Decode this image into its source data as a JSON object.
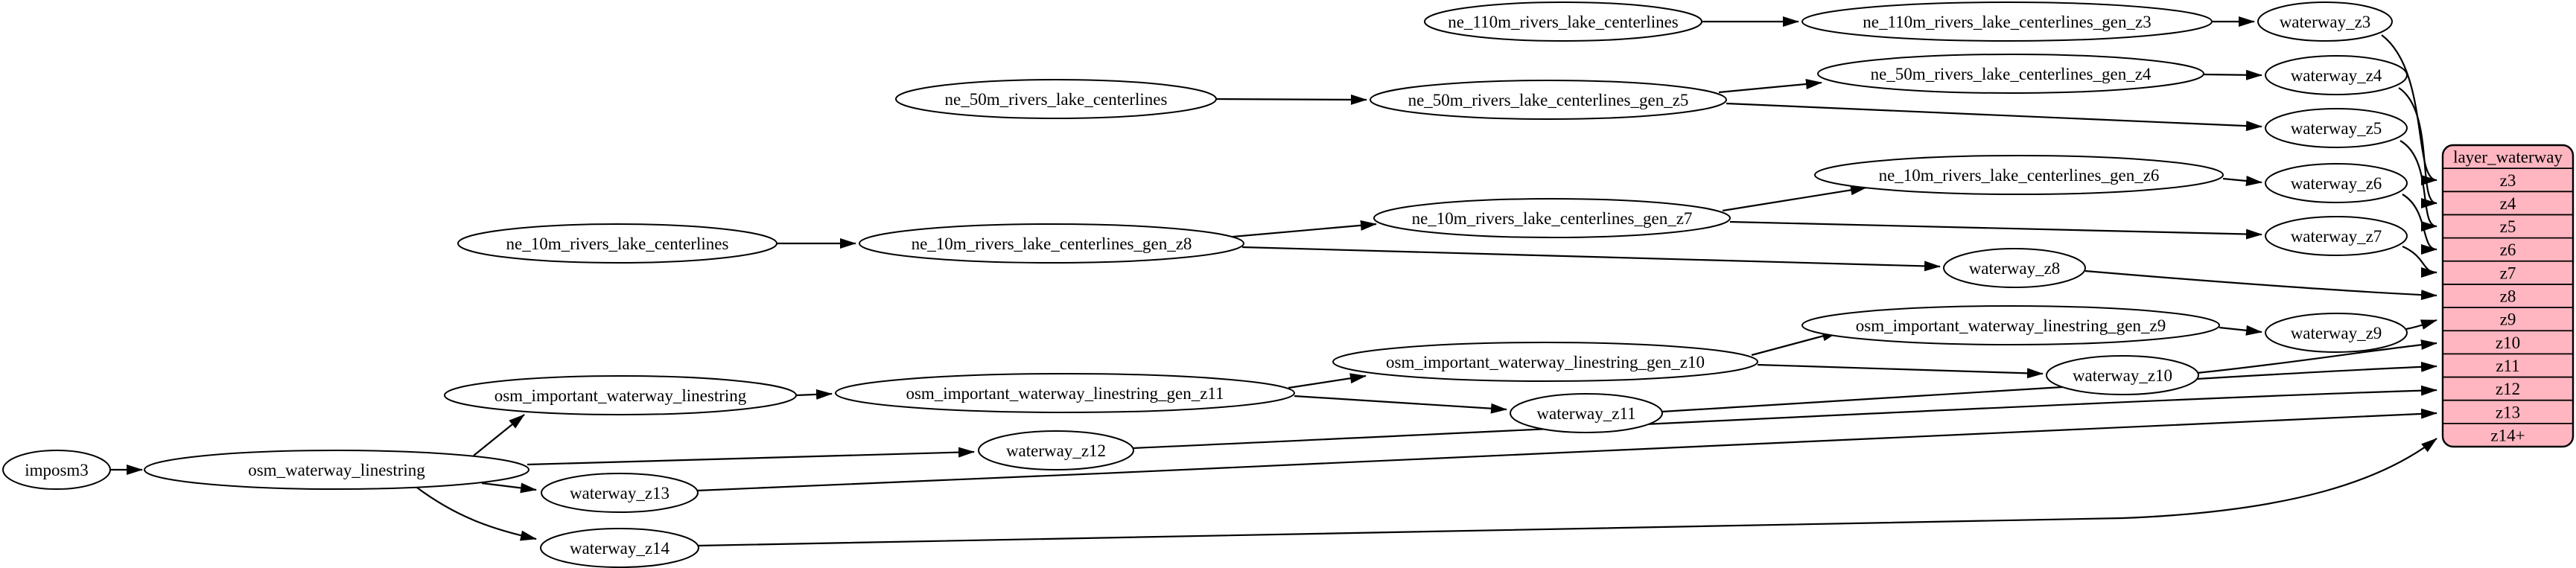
{
  "diagram": {
    "type": "dependency-graph",
    "background": "#ffffff",
    "colors": {
      "node_fill": "#ffffff",
      "node_stroke": "#000000",
      "edge_color": "#000000",
      "table_fill": "#ffb6c1",
      "table_stroke": "#000000"
    },
    "nodes": [
      {
        "id": "imposm3",
        "label": "imposm3"
      },
      {
        "id": "osm_waterway_linestring",
        "label": "osm_waterway_linestring"
      },
      {
        "id": "osm_important_waterway_linestring",
        "label": "osm_important_waterway_linestring"
      },
      {
        "id": "osm_important_waterway_linestring_gen_z11",
        "label": "osm_important_waterway_linestring_gen_z11"
      },
      {
        "id": "osm_important_waterway_linestring_gen_z10",
        "label": "osm_important_waterway_linestring_gen_z10"
      },
      {
        "id": "osm_important_waterway_linestring_gen_z9",
        "label": "osm_important_waterway_linestring_gen_z9"
      },
      {
        "id": "ne_10m_rivers_lake_centerlines",
        "label": "ne_10m_rivers_lake_centerlines"
      },
      {
        "id": "ne_10m_rivers_lake_centerlines_gen_z8",
        "label": "ne_10m_rivers_lake_centerlines_gen_z8"
      },
      {
        "id": "ne_10m_rivers_lake_centerlines_gen_z7",
        "label": "ne_10m_rivers_lake_centerlines_gen_z7"
      },
      {
        "id": "ne_10m_rivers_lake_centerlines_gen_z6",
        "label": "ne_10m_rivers_lake_centerlines_gen_z6"
      },
      {
        "id": "ne_50m_rivers_lake_centerlines",
        "label": "ne_50m_rivers_lake_centerlines"
      },
      {
        "id": "ne_50m_rivers_lake_centerlines_gen_z5",
        "label": "ne_50m_rivers_lake_centerlines_gen_z5"
      },
      {
        "id": "ne_50m_rivers_lake_centerlines_gen_z4",
        "label": "ne_50m_rivers_lake_centerlines_gen_z4"
      },
      {
        "id": "ne_110m_rivers_lake_centerlines",
        "label": "ne_110m_rivers_lake_centerlines"
      },
      {
        "id": "ne_110m_rivers_lake_centerlines_gen_z3",
        "label": "ne_110m_rivers_lake_centerlines_gen_z3"
      },
      {
        "id": "waterway_z3",
        "label": "waterway_z3"
      },
      {
        "id": "waterway_z4",
        "label": "waterway_z4"
      },
      {
        "id": "waterway_z5",
        "label": "waterway_z5"
      },
      {
        "id": "waterway_z6",
        "label": "waterway_z6"
      },
      {
        "id": "waterway_z7",
        "label": "waterway_z7"
      },
      {
        "id": "waterway_z8",
        "label": "waterway_z8"
      },
      {
        "id": "waterway_z9",
        "label": "waterway_z9"
      },
      {
        "id": "waterway_z10",
        "label": "waterway_z10"
      },
      {
        "id": "waterway_z11",
        "label": "waterway_z11"
      },
      {
        "id": "waterway_z12",
        "label": "waterway_z12"
      },
      {
        "id": "waterway_z13",
        "label": "waterway_z13"
      },
      {
        "id": "waterway_z14",
        "label": "waterway_z14"
      }
    ],
    "table": {
      "title": "layer_waterway",
      "rows": [
        "z3",
        "z4",
        "z5",
        "z6",
        "z7",
        "z8",
        "z9",
        "z10",
        "z11",
        "z12",
        "z13",
        "z14+"
      ]
    },
    "edges": [
      {
        "from": "imposm3",
        "to": "osm_waterway_linestring"
      },
      {
        "from": "osm_waterway_linestring",
        "to": "osm_important_waterway_linestring"
      },
      {
        "from": "osm_waterway_linestring",
        "to": "waterway_z12"
      },
      {
        "from": "osm_waterway_linestring",
        "to": "waterway_z13"
      },
      {
        "from": "osm_waterway_linestring",
        "to": "waterway_z14"
      },
      {
        "from": "osm_important_waterway_linestring",
        "to": "osm_important_waterway_linestring_gen_z11"
      },
      {
        "from": "osm_important_waterway_linestring_gen_z11",
        "to": "osm_important_waterway_linestring_gen_z10"
      },
      {
        "from": "osm_important_waterway_linestring_gen_z11",
        "to": "waterway_z11"
      },
      {
        "from": "osm_important_waterway_linestring_gen_z10",
        "to": "osm_important_waterway_linestring_gen_z9"
      },
      {
        "from": "osm_important_waterway_linestring_gen_z10",
        "to": "waterway_z10"
      },
      {
        "from": "osm_important_waterway_linestring_gen_z9",
        "to": "waterway_z9"
      },
      {
        "from": "ne_10m_rivers_lake_centerlines",
        "to": "ne_10m_rivers_lake_centerlines_gen_z8"
      },
      {
        "from": "ne_10m_rivers_lake_centerlines_gen_z8",
        "to": "ne_10m_rivers_lake_centerlines_gen_z7"
      },
      {
        "from": "ne_10m_rivers_lake_centerlines_gen_z8",
        "to": "waterway_z8"
      },
      {
        "from": "ne_10m_rivers_lake_centerlines_gen_z7",
        "to": "ne_10m_rivers_lake_centerlines_gen_z6"
      },
      {
        "from": "ne_10m_rivers_lake_centerlines_gen_z7",
        "to": "waterway_z7"
      },
      {
        "from": "ne_10m_rivers_lake_centerlines_gen_z6",
        "to": "waterway_z6"
      },
      {
        "from": "ne_50m_rivers_lake_centerlines",
        "to": "ne_50m_rivers_lake_centerlines_gen_z5"
      },
      {
        "from": "ne_50m_rivers_lake_centerlines_gen_z5",
        "to": "ne_50m_rivers_lake_centerlines_gen_z4"
      },
      {
        "from": "ne_50m_rivers_lake_centerlines_gen_z5",
        "to": "waterway_z5"
      },
      {
        "from": "ne_50m_rivers_lake_centerlines_gen_z4",
        "to": "waterway_z4"
      },
      {
        "from": "ne_110m_rivers_lake_centerlines",
        "to": "ne_110m_rivers_lake_centerlines_gen_z3"
      },
      {
        "from": "ne_110m_rivers_lake_centerlines_gen_z3",
        "to": "waterway_z3"
      },
      {
        "from": "waterway_z3",
        "to": "layer_waterway:z3"
      },
      {
        "from": "waterway_z4",
        "to": "layer_waterway:z4"
      },
      {
        "from": "waterway_z5",
        "to": "layer_waterway:z5"
      },
      {
        "from": "waterway_z6",
        "to": "layer_waterway:z6"
      },
      {
        "from": "waterway_z7",
        "to": "layer_waterway:z7"
      },
      {
        "from": "waterway_z8",
        "to": "layer_waterway:z8"
      },
      {
        "from": "waterway_z9",
        "to": "layer_waterway:z9"
      },
      {
        "from": "waterway_z10",
        "to": "layer_waterway:z10"
      },
      {
        "from": "waterway_z11",
        "to": "layer_waterway:z11"
      },
      {
        "from": "waterway_z12",
        "to": "layer_waterway:z12"
      },
      {
        "from": "waterway_z13",
        "to": "layer_waterway:z13"
      },
      {
        "from": "waterway_z14",
        "to": "layer_waterway:z14+"
      }
    ]
  }
}
